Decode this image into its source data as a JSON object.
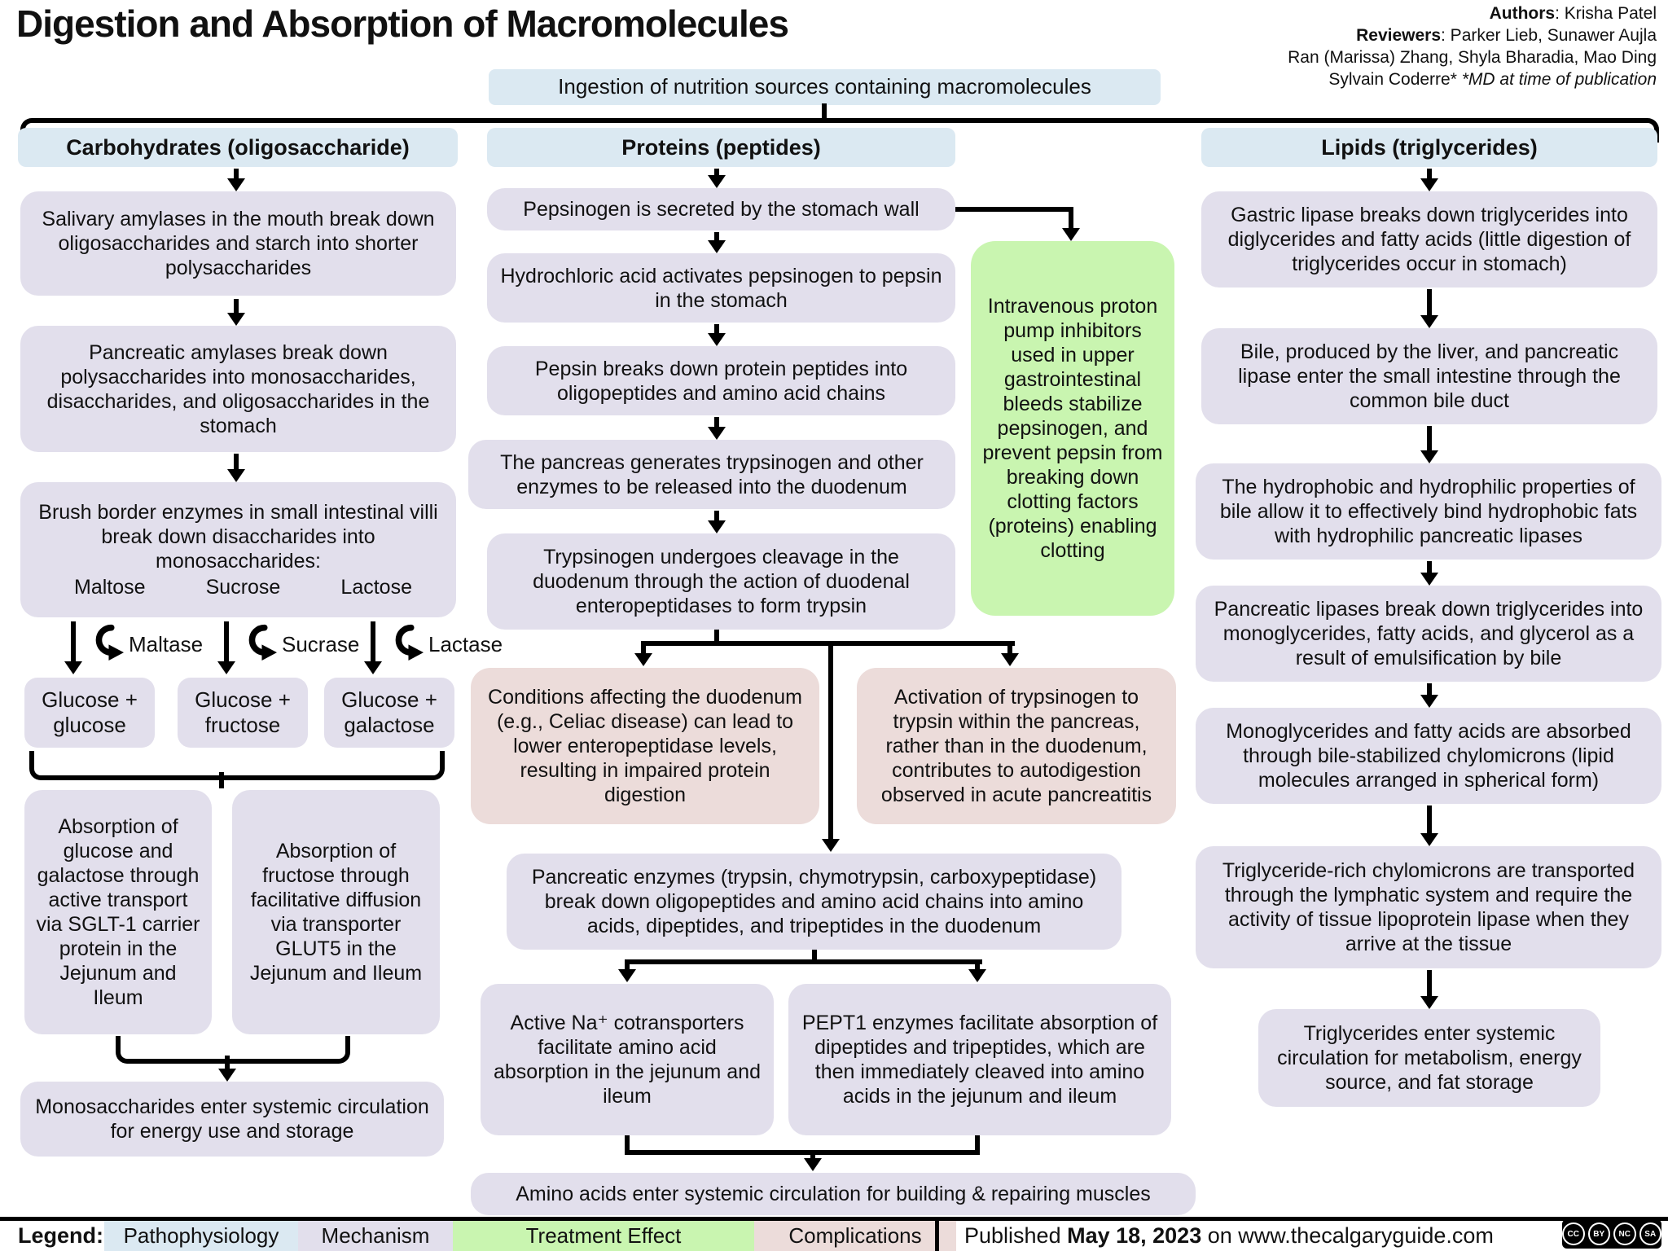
{
  "title": "Digestion and Absorption of Macromolecules",
  "credits": {
    "lines": [
      {
        "bold": "Authors",
        "text": ": Krisha Patel"
      },
      {
        "bold": "Reviewers",
        "text": ": Parker Lieb, Sunawer Aujla"
      },
      {
        "bold": "",
        "text": "Ran (Marissa) Zhang, Shyla Bharadia, Mao Ding"
      },
      {
        "bold": "",
        "text": "Sylvain Coderre* ",
        "italic": "*MD at time of publication"
      }
    ]
  },
  "root": {
    "ingestion": "Ingestion of nutrition sources containing macromolecules"
  },
  "carb": {
    "header": "Carbohydrates (oligosaccharide)",
    "salivary": "Salivary amylases in the mouth break down oligosaccharides and starch into shorter polysaccharides",
    "pancreatic": "Pancreatic amylases break down polysaccharides into monosaccharides, disaccharides, and oligosaccharides in the stomach",
    "brush": "Brush border enzymes in small intestinal villi break down disaccharides into monosaccharides:",
    "sugars": [
      "Maltose",
      "Sucrose",
      "Lactose"
    ],
    "enzymes": [
      "Maltase",
      "Sucrase",
      "Lactase"
    ],
    "products": [
      "Glucose + glucose",
      "Glucose + fructose",
      "Glucose + galactose"
    ],
    "absorption_glucose": "Absorption of glucose and galactose through active transport via SGLT-1 carrier protein in the Jejunum and Ileum",
    "absorption_fructose": "Absorption of fructose through facilitative diffusion via transporter GLUT5 in the Jejunum and Ileum",
    "systemic": "Monosaccharides enter systemic circulation for energy use and storage"
  },
  "protein": {
    "header": "Proteins (peptides)",
    "pepsinogen": "Pepsinogen is secreted by the stomach wall",
    "hcl": "Hydrochloric acid activates pepsinogen to pepsin in the stomach",
    "pepsin": "Pepsin breaks down protein peptides into oligopeptides and amino acid chains",
    "pancreas": "The pancreas generates trypsinogen and other enzymes to be released into the duodenum",
    "trypsinogen": "Trypsinogen undergoes cleavage in the duodenum through the action of duodenal enteropeptidases to form trypsin",
    "ppi": "Intravenous proton pump inhibitors used in upper gastrointestinal bleeds stabilize pepsinogen, and prevent pepsin from breaking down clotting factors (proteins) enabling clotting",
    "celiac": "Conditions affecting the duodenum (e.g., Celiac disease) can lead to lower enteropeptidase levels, resulting in impaired protein digestion",
    "pancreatitis": "Activation of trypsinogen to trypsin within the pancreas, rather than in the duodenum, contributes to autodigestion observed in acute pancreatitis",
    "pancreatic_enzymes": "Pancreatic enzymes (trypsin, chymotrypsin, carboxypeptidase) break down oligopeptides and amino acid chains into amino acids, dipeptides, and tripeptides in the duodenum",
    "na_cotransporters": "Active Na⁺ cotransporters facilitate amino acid absorption in the jejunum and ileum",
    "pept1": "PEPT1 enzymes facilitate absorption of dipeptides and tripeptides, which are then immediately cleaved into amino acids in the jejunum and ileum",
    "systemic": "Amino acids enter systemic circulation for building & repairing muscles"
  },
  "lipid": {
    "header": "Lipids (triglycerides)",
    "gastric": "Gastric lipase breaks down triglycerides into diglycerides and fatty acids (little digestion of triglycerides occur in stomach)",
    "bile": "Bile, produced by the liver, and pancreatic lipase enter the small intestine through the common bile duct",
    "hydrophobic": "The hydrophobic and hydrophilic properties of bile allow it to effectively bind hydrophobic fats with hydrophilic pancreatic lipases",
    "pancreatic_lipase": "Pancreatic lipases break down triglycerides into monoglycerides, fatty acids, and glycerol as a result of emulsification by bile",
    "monoglycerides": "Monoglycerides and fatty acids are absorbed through bile-stabilized chylomicrons (lipid molecules arranged in spherical form)",
    "chylomicrons": "Triglyceride-rich chylomicrons are transported through the lymphatic system and require the activity of tissue lipoprotein lipase when they arrive at the tissue",
    "systemic": "Triglycerides enter systemic circulation for metabolism, energy source, and fat storage"
  },
  "legend": {
    "label": "Legend:",
    "items": [
      {
        "label": "Pathophysiology",
        "color": "#dbe9f2"
      },
      {
        "label": "Mechanism",
        "color": "#e2dfec"
      },
      {
        "label": "Treatment Effect",
        "color": "#c9f5b0"
      },
      {
        "label": "Complications",
        "color": "#ecdcda"
      }
    ]
  },
  "footer": {
    "published_prefix": "Published ",
    "published_date": "May 18, 2023",
    "published_suffix": " on www.thecalgaryguide.com",
    "license_parts": [
      "CC",
      "BY",
      "NC",
      "SA"
    ]
  },
  "palette": {
    "header_blue": "#dbe9f2",
    "mechanism": "#e2dfec",
    "treatment": "#c9f5b0",
    "complication": "#ecdcda",
    "line": "#000000"
  }
}
